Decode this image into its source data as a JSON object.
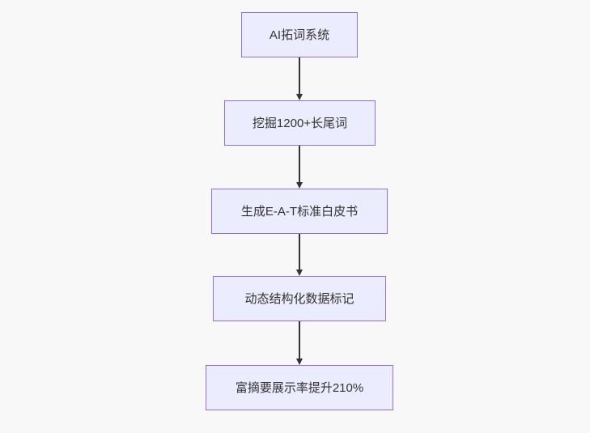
{
  "diagram": {
    "type": "flowchart-top-down",
    "colors": {
      "background": "#f8f8f8",
      "node_fill": "#ececff",
      "node_border": "#9370db",
      "node_text": "#333333",
      "edge": "#333333"
    },
    "nodes": [
      {
        "label": "AI拓词系统"
      },
      {
        "label": "挖掘1200+长尾词"
      },
      {
        "label": "生成E-A-T标准白皮书"
      },
      {
        "label": "动态结构化数据标记"
      },
      {
        "label": "富摘要展示率提升210%"
      }
    ],
    "edges": [
      {
        "from": "AI拓词系统",
        "to": "挖掘1200+长尾词"
      },
      {
        "from": "挖掘1200+长尾词",
        "to": "生成E-A-T标准白皮书"
      },
      {
        "from": "生成E-A-T标准白皮书",
        "to": "动态结构化数据标记"
      },
      {
        "from": "动态结构化数据标记",
        "to": "富摘要展示率提升210%"
      }
    ]
  }
}
